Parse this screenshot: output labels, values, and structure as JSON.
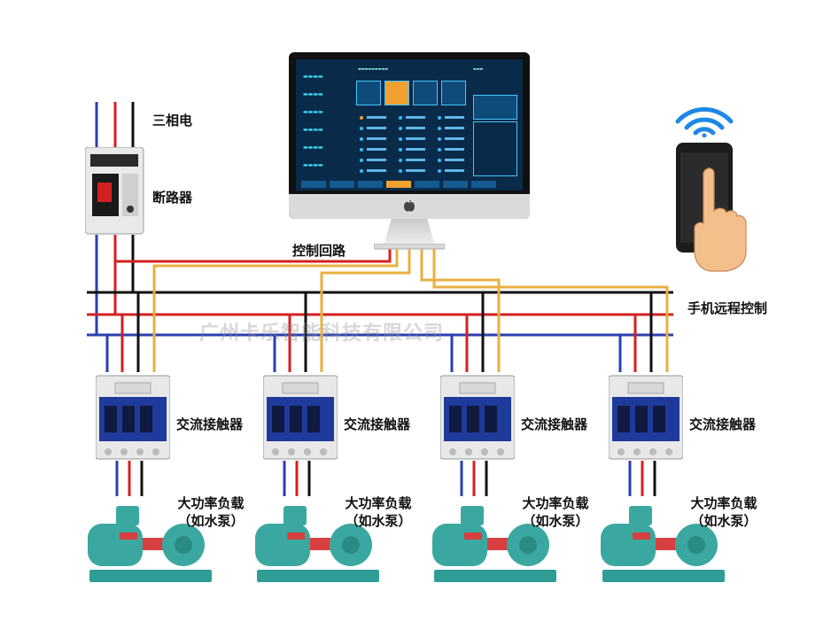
{
  "labels": {
    "three_phase": "三相电",
    "breaker": "断路器",
    "control_loop": "控制回路",
    "mobile_control": "手机远程控制",
    "contactor": "交流接触器",
    "load_line1": "大功率负载",
    "load_line2": "（如水泵）"
  },
  "watermark": "广州卡乐智能科技有限公司",
  "units": [
    {
      "id": 1
    },
    {
      "id": 2
    },
    {
      "id": 3
    },
    {
      "id": 4
    }
  ],
  "colors": {
    "wire_black": "#111111",
    "wire_red": "#d42020",
    "wire_blue": "#2a3fb0",
    "wire_yellow": "#e8b040",
    "contactor_body": "#e8e8e8",
    "contactor_blue": "#1e3a9a",
    "pump_teal": "#3aa8a0",
    "pump_red": "#d84040",
    "screen_bg": "#0a2a4a",
    "screen_accent": "#f0a030"
  },
  "icons": [
    "wifi-icon",
    "smartphone-icon",
    "hand-pointer-icon",
    "apple-logo-icon",
    "circuit-breaker-icon",
    "contactor-icon",
    "water-pump-icon",
    "monitor-icon"
  ]
}
